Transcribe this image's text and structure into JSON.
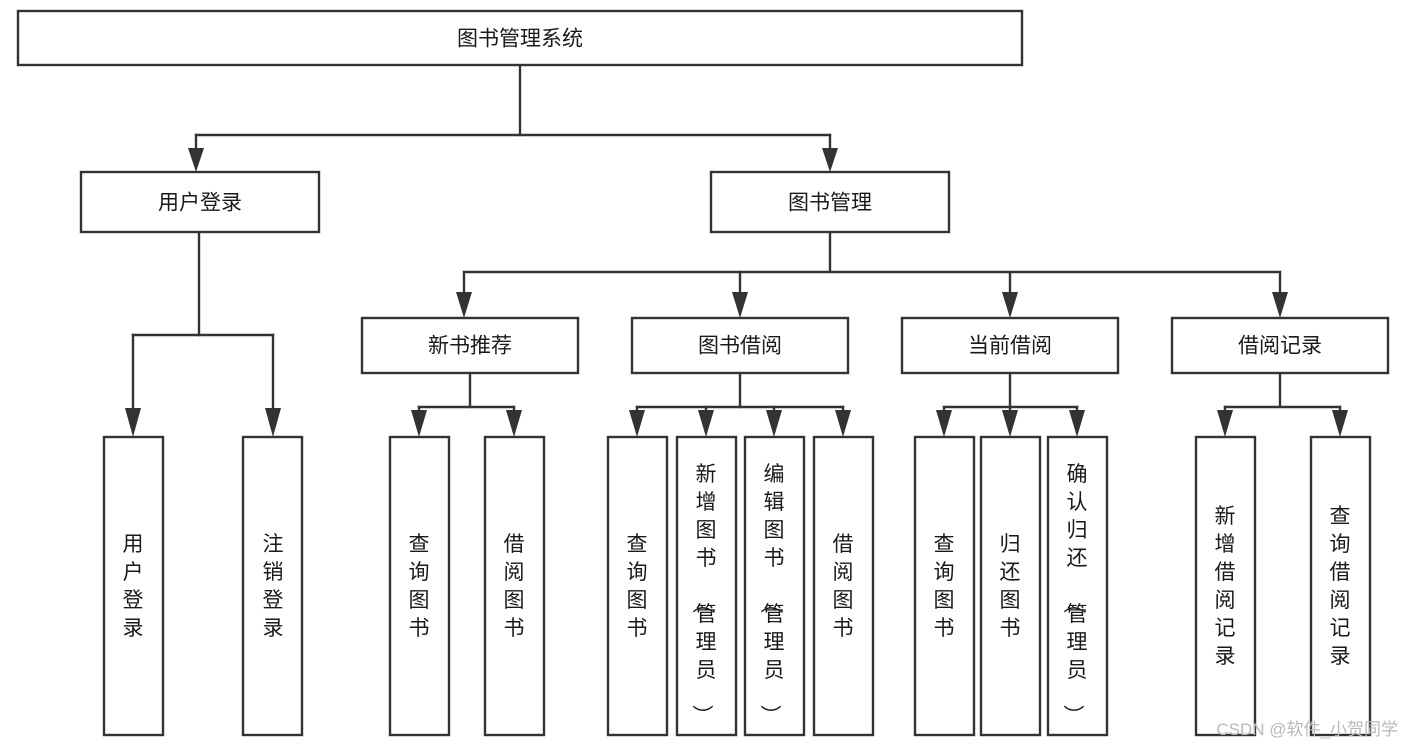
{
  "diagram": {
    "type": "tree-hierarchy",
    "title": "图书管理系统",
    "orientation": "top-down",
    "colors": {
      "stroke": "#333333",
      "fill": "#ffffff",
      "text": "#1a1a1a",
      "watermark": "#b9b9b9",
      "background": "#ffffff"
    },
    "levels": {
      "root": {
        "label": "图书管理系统"
      },
      "level2": [
        {
          "id": "user-login",
          "label": "用户登录"
        },
        {
          "id": "book-manage",
          "label": "图书管理"
        }
      ],
      "level3": [
        {
          "id": "new-book-recommend",
          "label": "新书推荐"
        },
        {
          "id": "book-borrow",
          "label": "图书借阅"
        },
        {
          "id": "current-borrow",
          "label": "当前借阅"
        },
        {
          "id": "borrow-record",
          "label": "借阅记录"
        }
      ],
      "leaves": [
        {
          "id": "leaf-user-login",
          "label": "用户登录",
          "parent": "user-login"
        },
        {
          "id": "leaf-user-logout",
          "label": "注销登录",
          "parent": "user-login"
        },
        {
          "id": "leaf-query-book-1",
          "label": "查询图书",
          "parent": "new-book-recommend"
        },
        {
          "id": "leaf-borrow-book-1",
          "label": "借阅图书",
          "parent": "new-book-recommend"
        },
        {
          "id": "leaf-query-book-2",
          "label": "查询图书",
          "parent": "book-borrow"
        },
        {
          "id": "leaf-add-book",
          "label": "新增图书（管理员）",
          "parent": "book-borrow"
        },
        {
          "id": "leaf-edit-book",
          "label": "编辑图书（管理员）",
          "parent": "book-borrow"
        },
        {
          "id": "leaf-borrow-book-2",
          "label": "借阅图书",
          "parent": "book-borrow"
        },
        {
          "id": "leaf-query-book-3",
          "label": "查询图书",
          "parent": "current-borrow"
        },
        {
          "id": "leaf-return-book",
          "label": "归还图书",
          "parent": "current-borrow"
        },
        {
          "id": "leaf-confirm-return",
          "label": "确认归还（管理员）",
          "parent": "current-borrow"
        },
        {
          "id": "leaf-add-record",
          "label": "新增借阅记录",
          "parent": "borrow-record"
        },
        {
          "id": "leaf-query-record",
          "label": "查询借阅记录",
          "parent": "borrow-record"
        }
      ]
    },
    "watermark": "CSDN @软件_小贺同学"
  }
}
